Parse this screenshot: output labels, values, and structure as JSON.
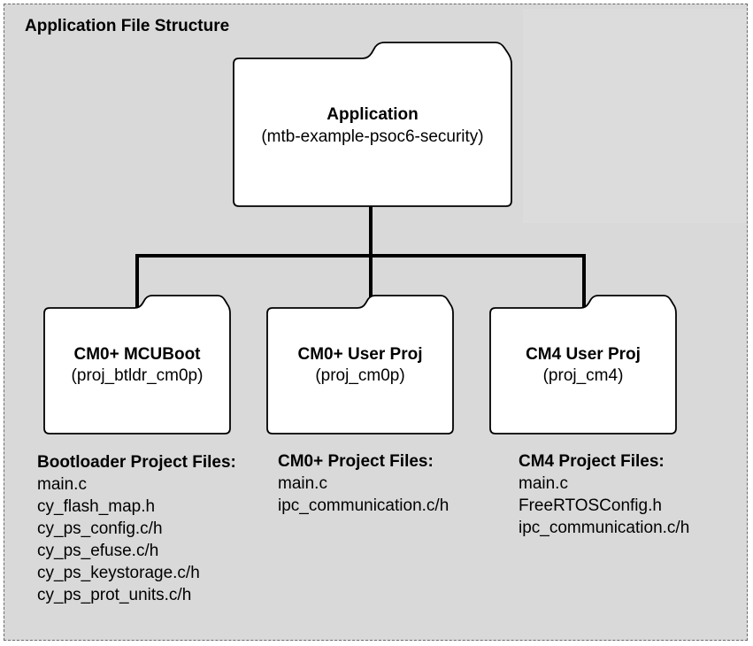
{
  "diagram": {
    "title": "Application File Structure",
    "root": {
      "title": "Application",
      "subtitle": "(mtb-example-psoc6-security)"
    },
    "children": [
      {
        "title": "CM0+ MCUBoot",
        "subtitle": "(proj_btldr_cm0p)",
        "files_heading": "Bootloader Project Files:",
        "files": [
          "main.c",
          "cy_flash_map.h",
          "cy_ps_config.c/h",
          "cy_ps_efuse.c/h",
          "cy_ps_keystorage.c/h",
          "cy_ps_prot_units.c/h"
        ]
      },
      {
        "title": "CM0+ User Proj",
        "subtitle": "(proj_cm0p)",
        "files_heading": "CM0+ Project Files:",
        "files": [
          "main.c",
          "ipc_communication.c/h"
        ]
      },
      {
        "title": "CM4 User Proj",
        "subtitle": "(proj_cm4)",
        "files_heading": "CM4 Project Files:",
        "files": [
          "main.c",
          "FreeRTOSConfig.h",
          "ipc_communication.c/h"
        ]
      }
    ]
  },
  "colors": {
    "frame_background": "#d9d9d9",
    "frame_border": "#6a6a6a",
    "folder_fill": "#ffffff",
    "connector": "#000000"
  }
}
